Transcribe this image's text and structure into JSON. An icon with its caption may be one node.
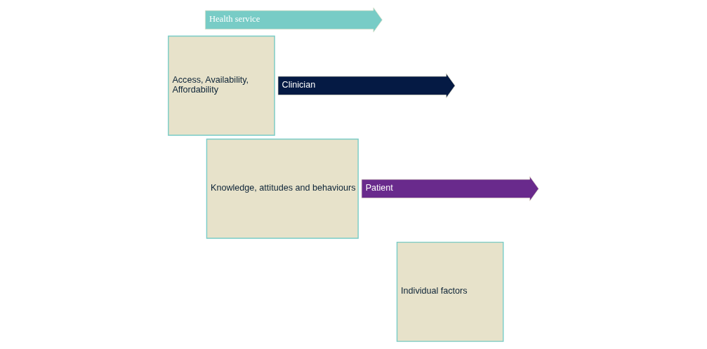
{
  "diagram": {
    "nodes": [
      {
        "text": [
          "Health service"
        ]
      },
      {
        "text": [
          "Access, Availability,",
          "Affordability"
        ]
      },
      {
        "text": [
          "Clinician"
        ]
      },
      {
        "text": [
          "Knowledge, attitudes and behaviours"
        ]
      },
      {
        "text": [
          "Patient"
        ]
      },
      {
        "text": [
          "Individual factors"
        ]
      }
    ],
    "edges": []
  }
}
